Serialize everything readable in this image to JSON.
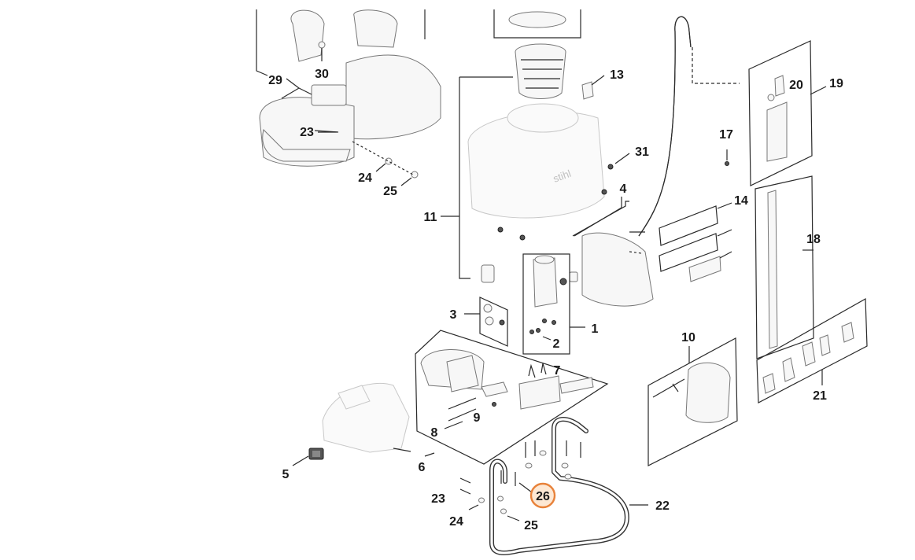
{
  "diagram": {
    "callouts": {
      "c1": "1",
      "c2": "2",
      "c3": "3",
      "c4": "4",
      "c5": "5",
      "c6": "6",
      "c7": "7",
      "c8": "8",
      "c9": "9",
      "c10": "10",
      "c11": "11",
      "c13": "13",
      "c14": "14",
      "c17": "17",
      "c18": "18",
      "c19": "19",
      "c20": "20",
      "c21": "21",
      "c22": "22",
      "c23a": "23",
      "c23b": "23",
      "c24a": "24",
      "c24b": "24",
      "c25a": "25",
      "c25b": "25",
      "c26": "26",
      "c29": "29",
      "c30": "30",
      "c31": "31"
    },
    "highlight_color": "#e8823a",
    "tank_brand": "stihl"
  }
}
